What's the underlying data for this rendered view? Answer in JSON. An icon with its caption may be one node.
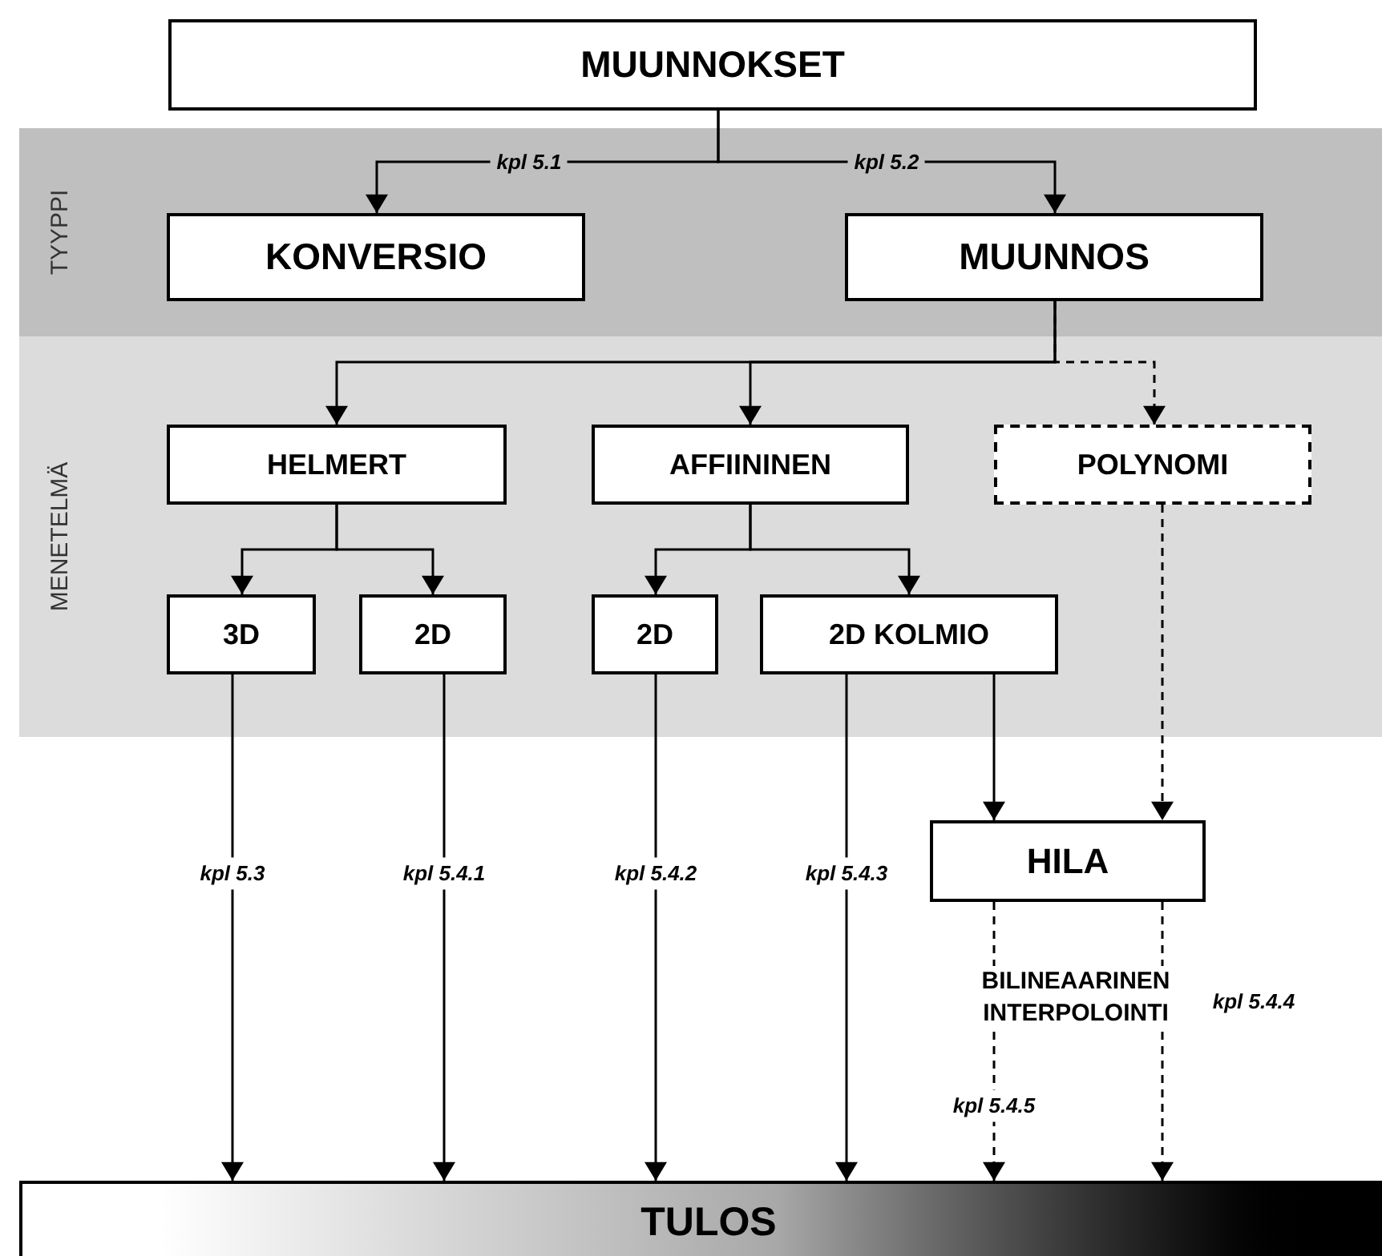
{
  "diagram": {
    "nodes": [
      {
        "text": [
          "MUUNNOKSET"
        ]
      },
      {
        "text": [
          "TYYPPI"
        ]
      },
      {
        "text": [
          "KONVERSIO"
        ],
        "in": 1
      },
      {
        "text": [
          "MUUNNOS"
        ],
        "in": 1
      },
      {
        "text": [
          "MENETELMÄ"
        ]
      },
      {
        "text": [
          "HELMERT"
        ],
        "in": 4
      },
      {
        "text": [
          "AFFIININEN"
        ],
        "in": 4
      },
      {
        "text": [
          "POLYNOMI"
        ],
        "in": 4
      },
      {
        "text": [
          "3D"
        ],
        "in": 4
      },
      {
        "text": [
          "2D"
        ],
        "in": 4
      },
      {
        "text": [
          "2D"
        ],
        "in": 4
      },
      {
        "text": [
          "2D KOLMIO"
        ],
        "in": 4
      },
      {
        "text": [
          "HILA"
        ]
      },
      {
        "text": [
          "TULOS"
        ]
      }
    ],
    "edges": [
      {
        "from": 0,
        "to": 2,
        "arrow": "to",
        "label": "kpl 5.1"
      },
      {
        "from": 0,
        "to": 3,
        "arrow": "to",
        "label": "kpl 5.2"
      },
      {
        "from": 3,
        "to": 5,
        "arrow": "to"
      },
      {
        "from": 3,
        "to": 6,
        "arrow": "to"
      },
      {
        "from": 3,
        "to": 7,
        "arrow": "to",
        "style": "dashed"
      },
      {
        "from": 5,
        "to": 8,
        "arrow": "to"
      },
      {
        "from": 5,
        "to": 9,
        "arrow": "to"
      },
      {
        "from": 6,
        "to": 10,
        "arrow": "to"
      },
      {
        "from": 6,
        "to": 11,
        "arrow": "to"
      },
      {
        "from": 8,
        "to": 13,
        "arrow": "to",
        "label": "kpl 5.3"
      },
      {
        "from": 9,
        "to": 13,
        "arrow": "to",
        "label": "kpl 5.4.1"
      },
      {
        "from": 10,
        "to": 13,
        "arrow": "to",
        "label": "kpl 5.4.2"
      },
      {
        "from": 11,
        "to": 13,
        "arrow": "to",
        "label": "kpl 5.4.3"
      },
      {
        "from": 11,
        "to": 12,
        "arrow": "to"
      },
      {
        "from": 7,
        "to": 12,
        "arrow": "to",
        "style": "dashed"
      },
      {
        "from": 12,
        "to": 13,
        "arrow": "to",
        "label": "kpl 5.4.5",
        "style": "dashed"
      },
      {
        "from": 12,
        "to": 13,
        "arrow": "to",
        "label": "kpl 5.4.4",
        "style": "dashed"
      }
    ],
    "labels": [
      "BILINEAARINEN INTERPOLOINTI"
    ]
  }
}
